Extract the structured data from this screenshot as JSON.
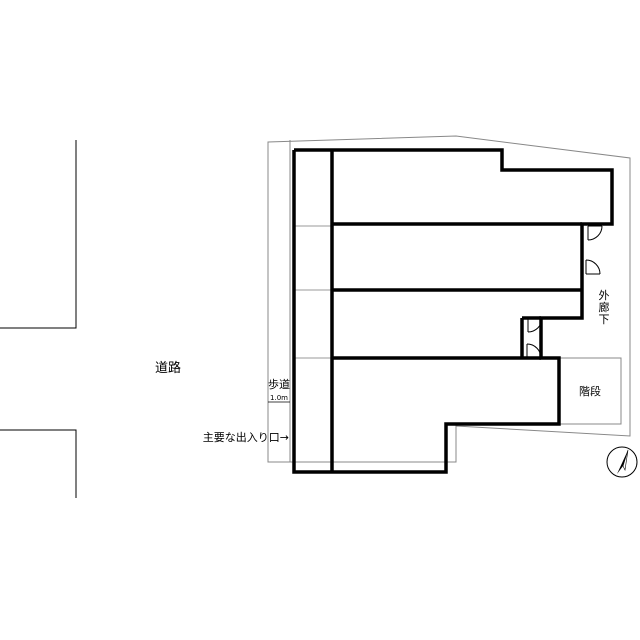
{
  "labels": {
    "road": "道路",
    "sidewalk": "歩道",
    "sidewalk_width": "1.0m",
    "main_entrance": "主要な出入り口→",
    "outer_corridor": [
      "外",
      "廊",
      "下"
    ],
    "stairs": "階段"
  },
  "icons": {
    "north": "north-arrow-icon"
  }
}
